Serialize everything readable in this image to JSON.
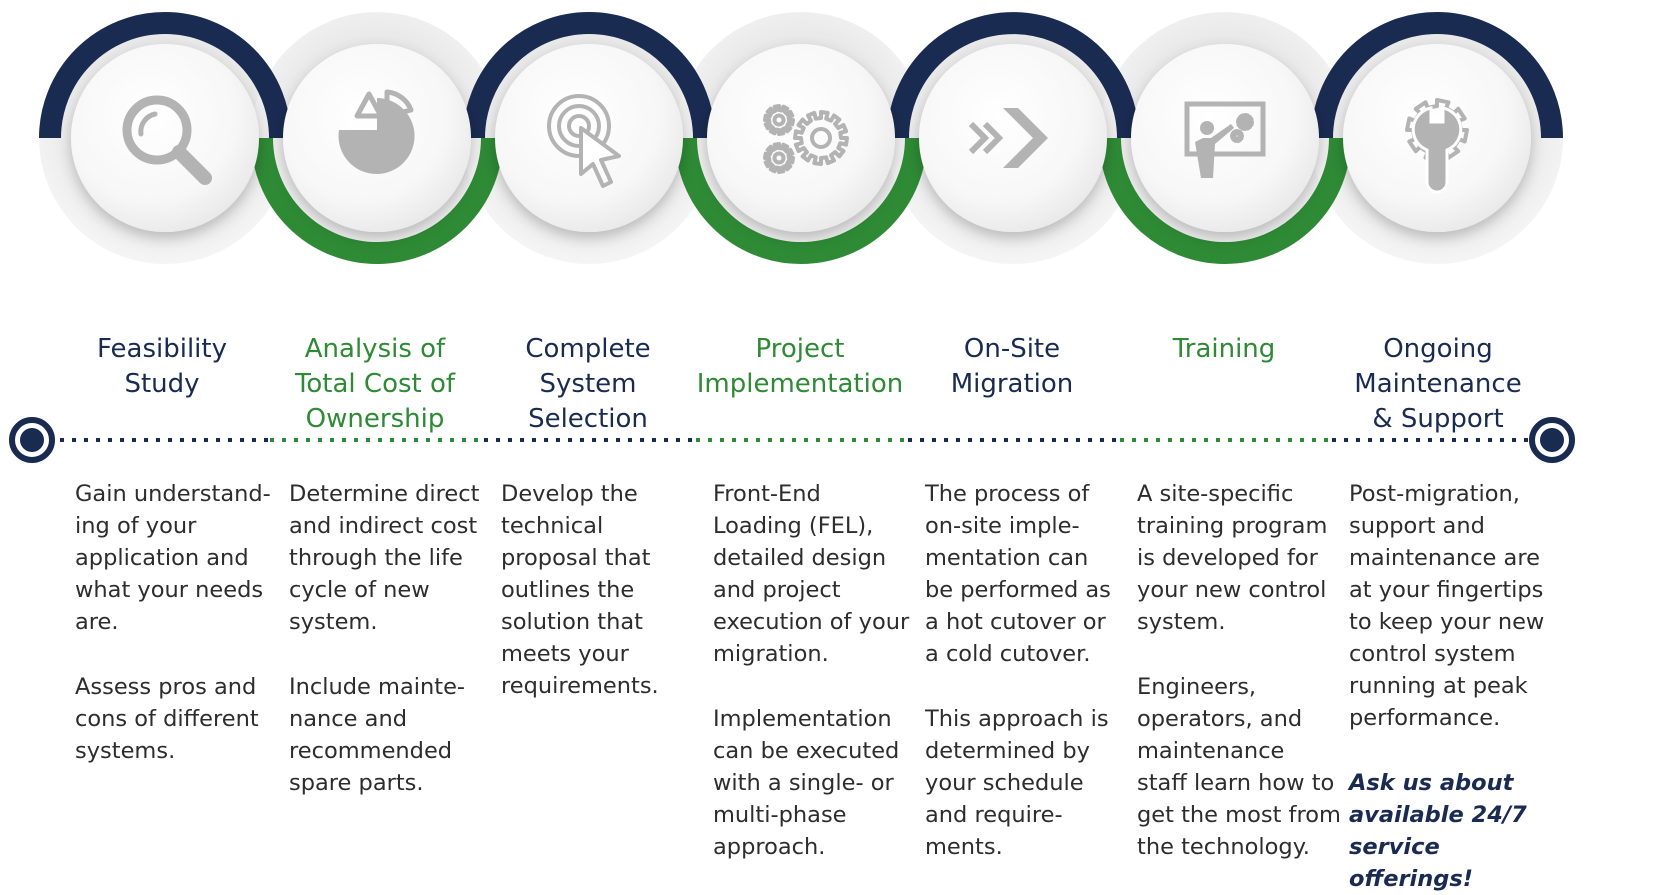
{
  "colors": {
    "navy": "#1a2b52",
    "green": "#2e8a35",
    "green_light": "#6abf5e",
    "gray_ring": "#e2e2e2",
    "icon_gray": "#b3b3b3",
    "text": "#2d2d2d"
  },
  "steps": [
    {
      "icon": "magnifier-icon",
      "arc": "navy",
      "title": "Feasibility\nStudy",
      "paragraphs": [
        "Gain understand-\ning of your\napplication and\nwhat your needs\nare.",
        "Assess pros and\ncons of different\nsystems."
      ]
    },
    {
      "icon": "pie-chart-icon",
      "arc": "green",
      "title": "Analysis of\nTotal Cost of\nOwnership",
      "paragraphs": [
        "Determine direct\nand indirect cost\nthrough the life\ncycle of new\nsystem.",
        "Include mainte-\nnance and\nrecommended\nspare parts."
      ]
    },
    {
      "icon": "click-target-icon",
      "arc": "navy",
      "title": "Complete\nSystem\nSelection",
      "paragraphs": [
        "Develop the\ntechnical\nproposal that\noutlines the\nsolution that\nmeets your\nrequirements."
      ]
    },
    {
      "icon": "gears-icon",
      "arc": "green",
      "title": "Project\nImplementation",
      "paragraphs": [
        "Front-End\nLoading (FEL),\ndetailed design\nand project\nexecution of your\nmigration.",
        "Implementation\ncan be executed\nwith a single- or\nmulti-phase\napproach."
      ]
    },
    {
      "icon": "forward-arrows-icon",
      "arc": "navy",
      "title": "On-Site\nMigration",
      "paragraphs": [
        "The process of\non-site imple-\nmentation can\nbe performed as\na hot cutover or\na cold cutover.",
        "This approach is\ndetermined by\nyour schedule\nand require-\nments."
      ]
    },
    {
      "icon": "presentation-board-icon",
      "arc": "green",
      "title": "Training",
      "paragraphs": [
        "A site-specific\ntraining program\nis developed for\nyour new control\nsystem.",
        "Engineers,\noperators, and\nmaintenance\nstaff learn how to\nget the most from\nthe technology."
      ]
    },
    {
      "icon": "wrench-gear-icon",
      "arc": "navy",
      "title": "Ongoing\nMaintenance\n& Support",
      "paragraphs": [
        "Post-migration,\nsupport and\nmaintenance are\nat your fingertips\nto keep your new\ncontrol system\nrunning at peak\nperformance."
      ],
      "emphasis": "Ask us about\navailable 24/7\nservice offerings!"
    }
  ]
}
